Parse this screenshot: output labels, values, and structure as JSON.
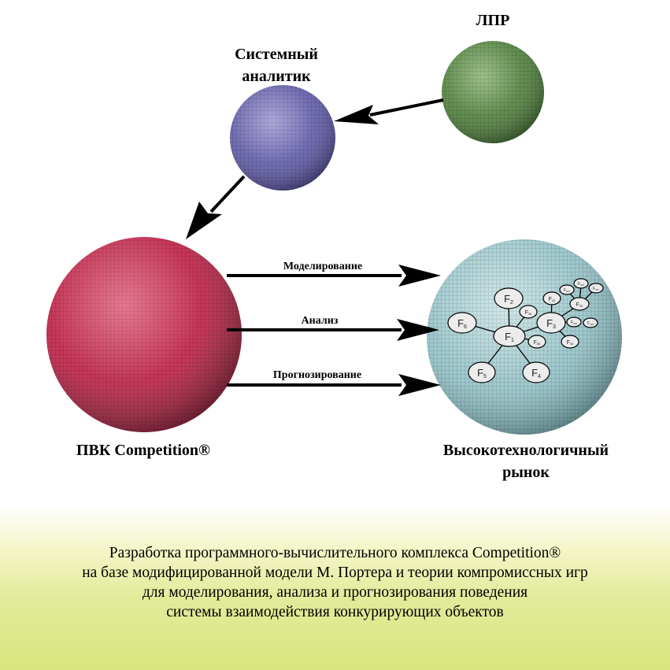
{
  "nodes": {
    "lpr": {
      "label": "ЛПР",
      "color": "#5f8b4c"
    },
    "analyst": {
      "label_line1": "Системный",
      "label_line2": "аналитик",
      "color": "#6f6ab0"
    },
    "pvk": {
      "label": "ПВК Competition®",
      "color": "#c23455"
    },
    "market": {
      "label_line1": "Высокотехнологичный",
      "label_line2": "рынок",
      "color": "#9ec8cc"
    }
  },
  "arrows": {
    "modeling": "Моделирование",
    "analysis": "Анализ",
    "forecasting": "Прогнозирование"
  },
  "factors": [
    "F1",
    "F2",
    "F3",
    "F4",
    "F5",
    "F6",
    "F33",
    "F34",
    "F35",
    "F36",
    "F32",
    "F333",
    "F334",
    "F335",
    "F336",
    "F337"
  ],
  "caption": {
    "line1": "Разработка программного-вычислительного комплекса Competition®",
    "line2": "на базе модифицированной модели М. Портера и теории компромиссных игр",
    "line3": "для моделирования, анализа и прогнозирования поведения",
    "line4": "системы взаимодействия конкурирующих объектов"
  }
}
